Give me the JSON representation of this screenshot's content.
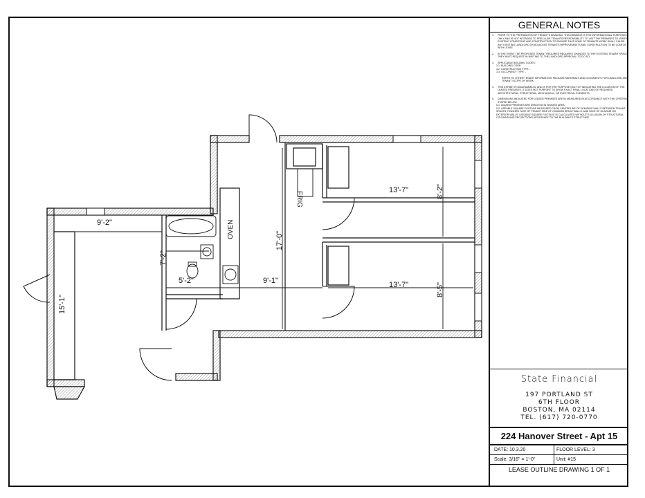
{
  "notes": {
    "title": "GENERAL NOTES",
    "items": [
      {
        "num": "1.",
        "text": "PRIOR TO THE PREPARATION OF TENANT'S DRAWING. THIS DRAWING IS FOR INFORMATIONAL PURPOSES ONLY AND IS NOT INTENDED TO PRECLUDE TENANTS RESPONSIBILITY TO VISIT THE PREMISES TO VERIFY EXISTING CONDITIONS AND CONSTRUCTION TO ENSURE THAT NONE OF TENANTS WORK SHALL CAUSE ANY EXISTING LANDLORD OR ADJACENT TENANTS IMPROVEMENTS AND CONSTRUCTION TO BE CONFLICT WITH LEASE."
      },
      {
        "num": "2.",
        "text": "IN THE EVENT THE PROPOSED TENANT REQUIRES REQUIRES CHANGES TO THE EXISTING TENANT SPACE, THEY MUST REQUEST IN WRITING TO THE LANDLORD APPROVAL TO DO SO."
      },
      {
        "num": "3.",
        "text": "APPLICABLE BUILDING CODES:"
      },
      {
        "num": "4.",
        "text": "THIS EXHIBIT IS DIAGRAMMATIC AND IS FOR THE PURPOSE ONLY OF INDICATING THE LOCATION OF THE LEASED PREMISES. IT DOES NOT PURPORT TO SHOW EXACT FINAL LOCATIONS OF REQUIRED ARCHITECTURAL, STRUCTURAL, MECHANICAL, OR ELECTRICAL ELEMENTS."
      },
      {
        "num": "5.",
        "text": "DIMENSIONS INDICATED FOR LEASED PREMISES ARE IN MEASURED IN ACCORDANCE WITH THE CRITERIA STATED BELOW:"
      }
    ],
    "codes": [
      "3.1.  BUILDING CODE:",
      "3.2.  CONSTRUCTION TYPE:   -",
      "3.3.  OCCUPANCY TYPE:  -"
    ],
    "refer": "REFER TO OTHER TENANT INFORMATION PACKAGE MATERIALS AND DOCUMENTS FOR LANDLORD AND TENANT SCOPE OF WORK.",
    "criteria": [
      "5.1.  LEASED PREMISES ARE DENOTED IN SHADED AREA",
      "5.2.  USEABLE SQUARE FOOTAGE MEASURED FROM CENTERLINE OF DEMISING WALLS BETWEEN TENANT SPACES, FINISHED FACE OF TENANT SIDE OF COMMON SPACE WALLS, AND FACE OF GLAZING ON EXTERIOR WALLS. USEABLE SQUARE FOOTAGE IS CALCULATED WITHOUT EXCLUSION OF STRUCTURAL COLUMNS AND PROJECTIONS NECESSARY TO THE BUILDING'S STRUCTURE."
    ]
  },
  "company": {
    "name": "State Financial",
    "address1": "197 PORTLAND ST",
    "address2": "6TH FLOOR",
    "address3": "BOSTON, MA 02114",
    "phone": "TEL. (617) 720-0770"
  },
  "project": {
    "title": "224 Hanover Street - Apt 15"
  },
  "meta": {
    "date": "DATE: 10.3.20",
    "floor": "FLOOR LEVEL: 3",
    "scale": "Scale: 3/16\" = 1'-0\"",
    "unit": "Unit: #15"
  },
  "footer": "LEASE OUTLINE DRAWING 1 OF 1",
  "plan": {
    "dims": {
      "living_w": "9'-2\"",
      "living_h": "15'-1\"",
      "bath_h": "7'-2\"",
      "bath_w": "5'-2\"",
      "hall_h": "17'-0\"",
      "hall_w": "9'-1\"",
      "bed1_w": "13'-7\"",
      "bed1_h": "8'-2\"",
      "bed2_w": "13'-7\"",
      "bed2_h": "8'-5\""
    },
    "appliances": {
      "oven": "OVEN",
      "frig": "FRIG"
    }
  }
}
